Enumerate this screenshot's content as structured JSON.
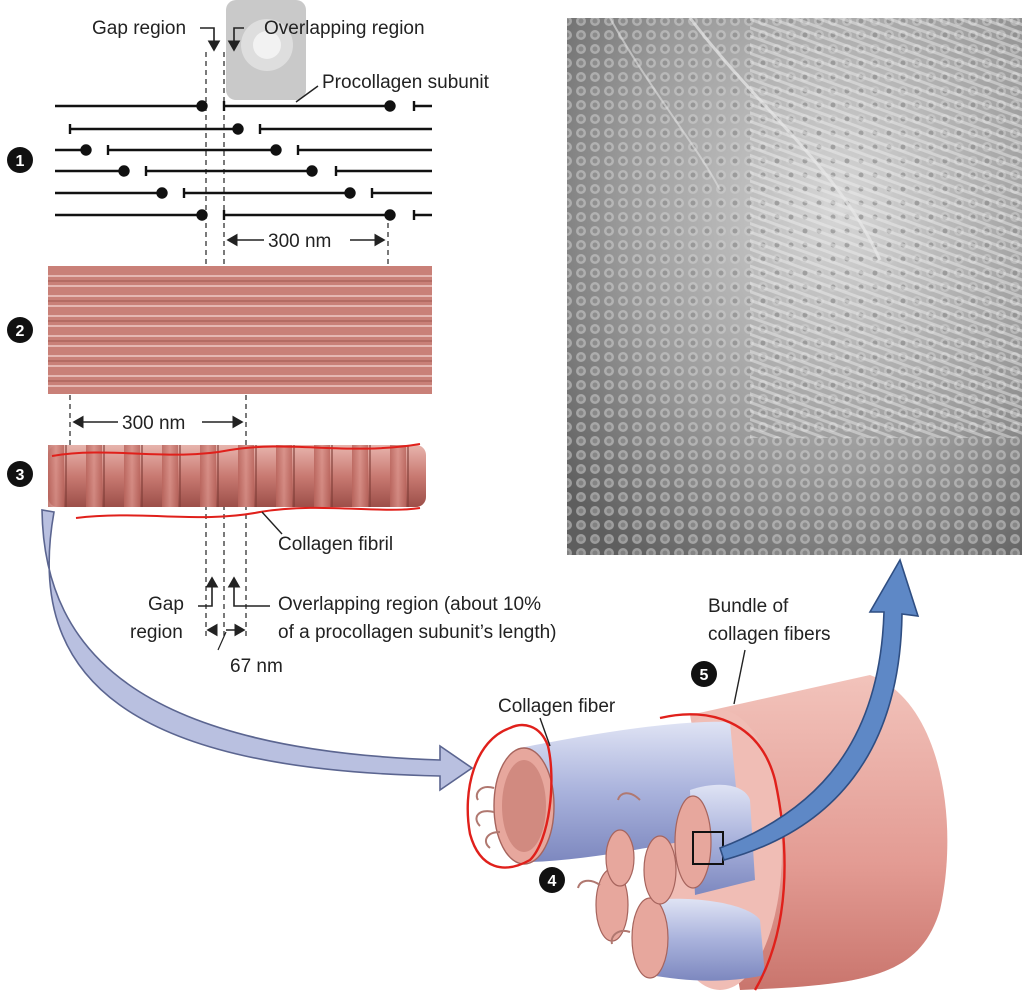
{
  "labels": {
    "gap_region_top": "Gap region",
    "overlapping_region_top": "Overlapping region",
    "procollagen_subunit": "Procollagen subunit",
    "length_300nm_a": "300 nm",
    "length_300nm_b": "300 nm",
    "collagen_fibril": "Collagen fibril",
    "gap_region_bottom_line1": "Gap",
    "gap_region_bottom_line2": "region",
    "overlapping_region_bottom_line1": "Overlapping region (about 10%",
    "overlapping_region_bottom_line2": "of a procollagen subunit’s length)",
    "period_67nm": "67 nm",
    "collagen_fiber": "Collagen fiber",
    "bundle_line1": "Bundle of",
    "bundle_line2": "collagen fibers"
  },
  "steps": [
    "1",
    "2",
    "3",
    "4",
    "5"
  ],
  "colors": {
    "fibril": "#c97a72",
    "fibril_dark": "#9c4f49",
    "fiber_blue": "#9aa6d6",
    "bundle_pink": "#e39b93",
    "arrow_gray_blue": "#b9c0e0",
    "arrow_blue": "#5e88c6",
    "annotation_red": "#e0201b",
    "micrograph_gray": "#8a8a8a"
  }
}
